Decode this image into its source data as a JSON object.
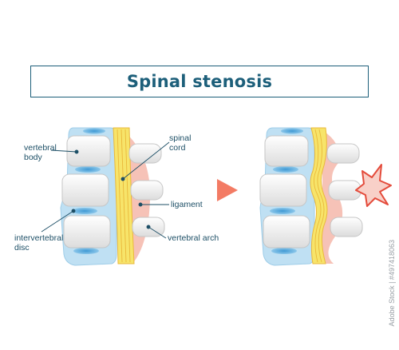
{
  "title": "Spinal stenosis",
  "labels": {
    "vertebral_body": [
      "vertebral",
      "body"
    ],
    "spinal_cord": [
      "spinal",
      "cord"
    ],
    "ligament": "ligament",
    "intervertebral_disc": [
      "intervertebral",
      "disc"
    ],
    "vertebral_arch": "vertebral arch"
  },
  "watermark": "Adobe Stock | #497418063",
  "colors": {
    "title": "#1d5f7a",
    "label": "#1d4f66",
    "disc": "#bfe0f3",
    "disc_core": "#5aaee0",
    "bone": "#f1f1f1",
    "cord": "#f7e46a",
    "cord_stroke": "#eab83a",
    "pink": "#f6c2b7",
    "arrow": "#f37b64",
    "pain": "#e44b3b"
  }
}
